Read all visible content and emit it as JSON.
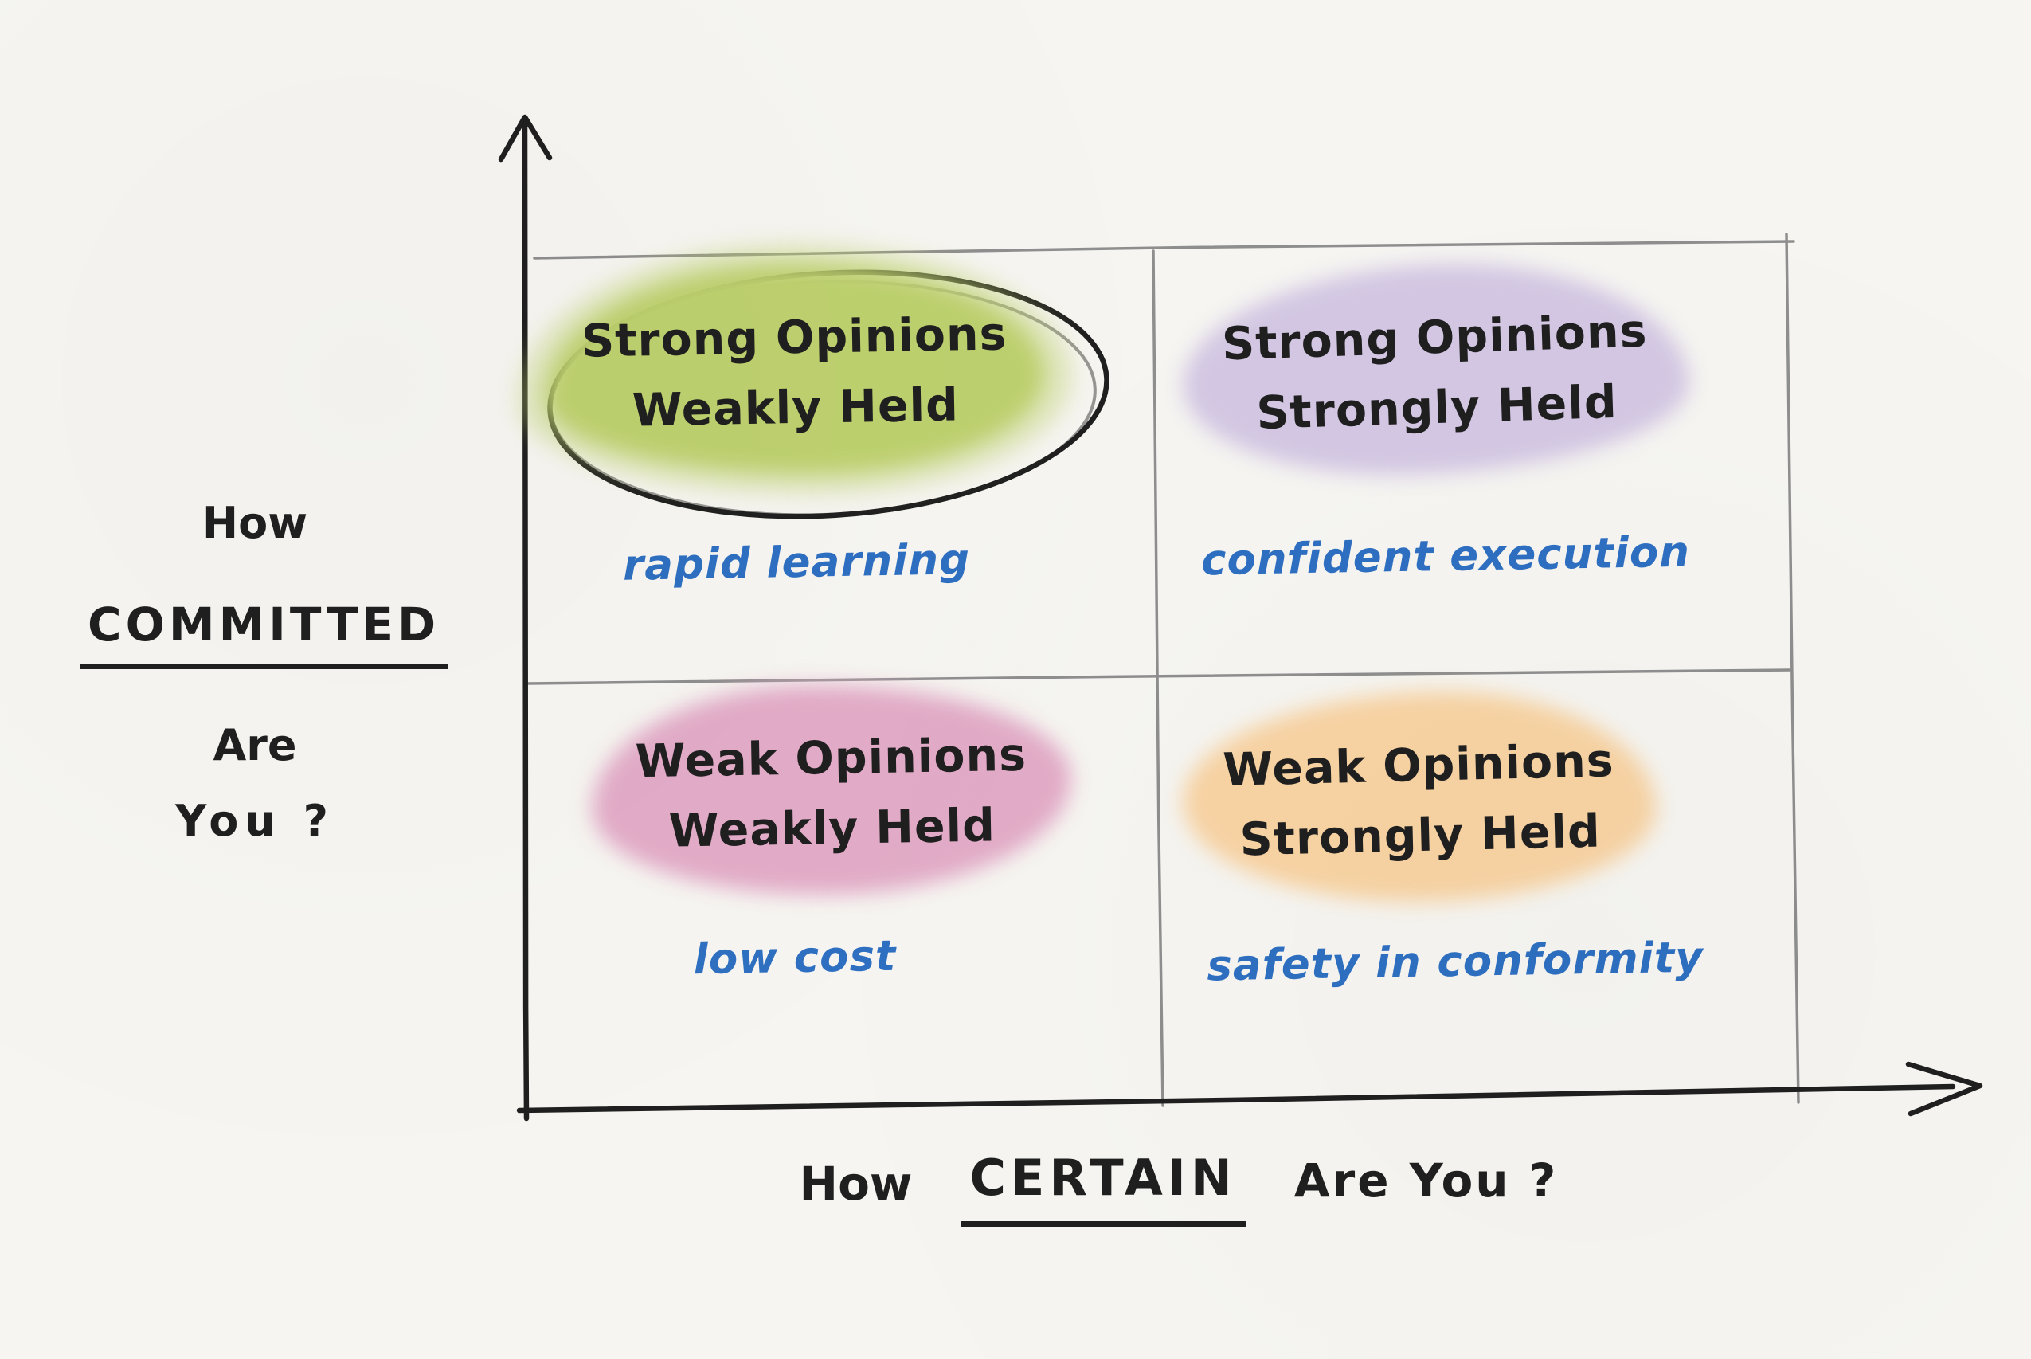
{
  "title": "Strong Opinions quadrant sketch",
  "colors": {
    "background": "#f6f5f1",
    "ink": "#1f1f1f",
    "grid": "#8e8e8e",
    "annotation_blue": "#2e6fc1"
  },
  "y_axis": {
    "line1": "How",
    "line2": "COMMITTED",
    "line3": "Are",
    "line4": "You ?"
  },
  "x_axis": {
    "word1": "How",
    "word2": "CERTAIN",
    "word3": "Are You ?"
  },
  "quadrants": [
    {
      "position": "top-left",
      "title_line1": "Strong Opinions",
      "title_line2": "Weakly Held",
      "caption": "rapid learning",
      "highlight": "#bdd06f",
      "circled": true
    },
    {
      "position": "top-right",
      "title_line1": "Strong Opinions",
      "title_line2": "Strongly Held",
      "caption": "confident execution",
      "highlight": "#d3c7e3",
      "circled": false
    },
    {
      "position": "bottom-left",
      "title_line1": "Weak Opinions",
      "title_line2": "Weakly Held",
      "caption": "low cost",
      "highlight": "#e2abc7",
      "circled": false
    },
    {
      "position": "bottom-right",
      "title_line1": "Weak Opinions",
      "title_line2": "Strongly Held",
      "caption": "safety in conformity",
      "highlight": "#f8d3a3",
      "circled": false
    }
  ]
}
